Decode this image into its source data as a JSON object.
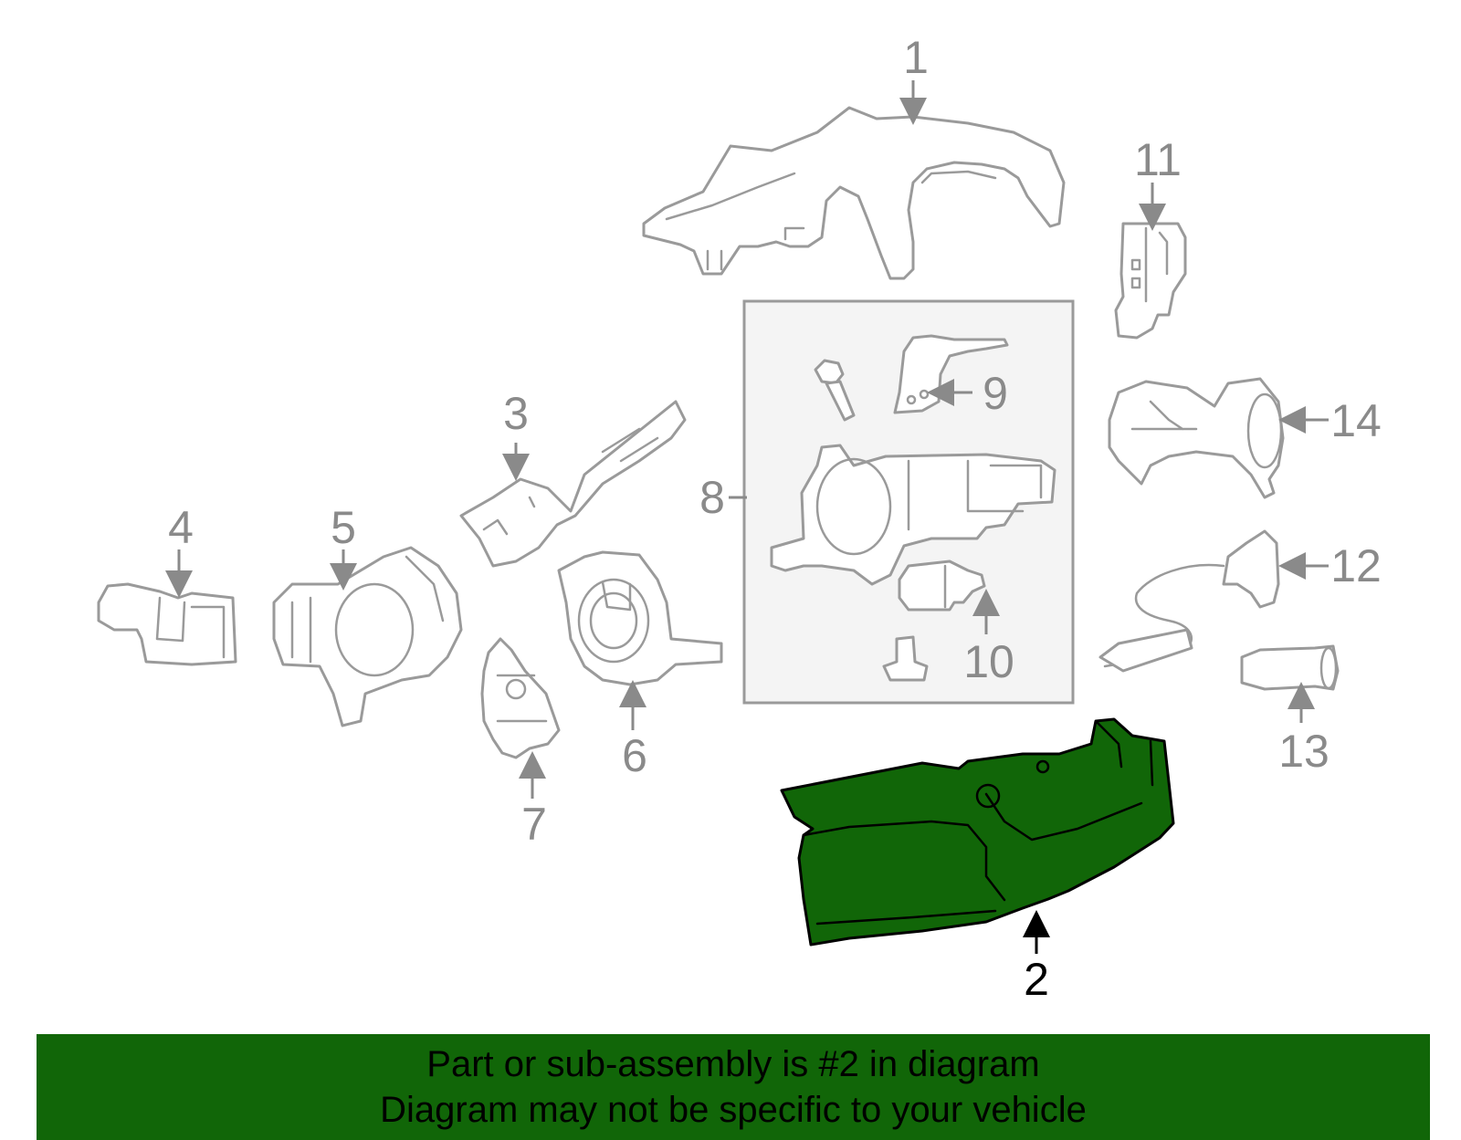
{
  "diagram": {
    "callouts": {
      "c1": "1",
      "c2": "2",
      "c3": "3",
      "c4": "4",
      "c5": "5",
      "c6": "6",
      "c7": "7",
      "c8": "8",
      "c9": "9",
      "c10": "10",
      "c11": "11",
      "c12": "12",
      "c13": "13",
      "c14": "14"
    },
    "highlighted_part": "2",
    "highlight_color": "#116608"
  },
  "banner": {
    "line1": "Part or sub-assembly is #2 in diagram",
    "line2": "Diagram may not be specific to your vehicle",
    "background": "#116608"
  }
}
